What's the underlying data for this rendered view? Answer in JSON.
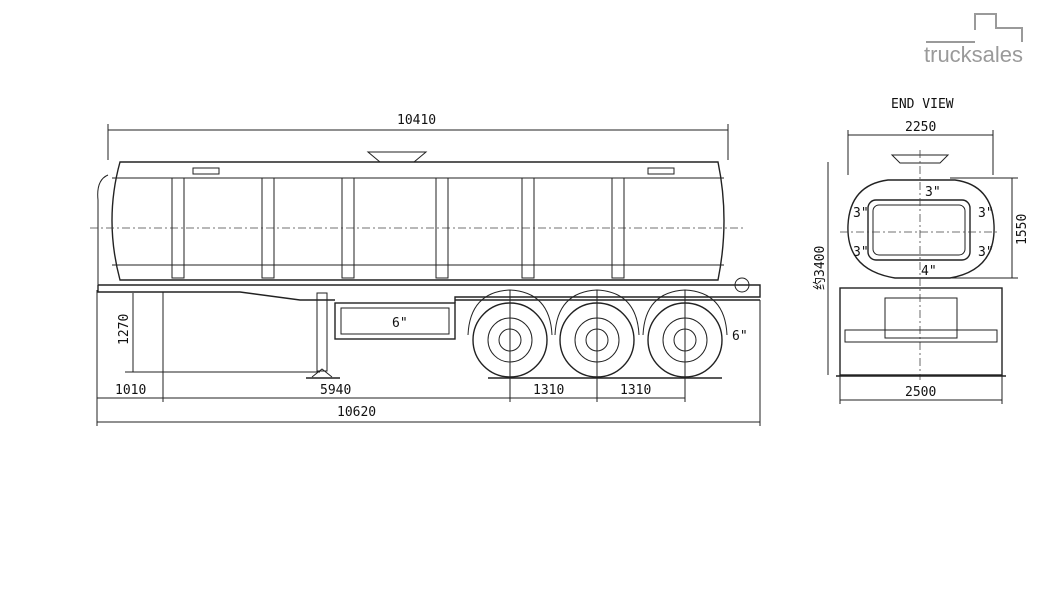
{
  "logo": {
    "text": "trucksales"
  },
  "side_view": {
    "overall_tank_length": "10410",
    "overall_length": "10620",
    "front_overhang": "1010",
    "kingpin_to_axle": "5940",
    "axle_spacing_1": "1310",
    "axle_spacing_2": "1310",
    "coupling_height": "1270",
    "box_valve_label": "6\"",
    "rear_valve_label": "6\""
  },
  "end_view": {
    "title": "END VIEW",
    "tank_width": "2250",
    "tank_height": "1550",
    "overall_height": "约3400",
    "overall_width": "2500",
    "port_top": "3\"",
    "port_left_upper": "3\"",
    "port_right_upper": "3\"",
    "port_left_lower": "3\"",
    "port_right_lower": "3\"",
    "port_bottom": "4\""
  },
  "colors": {
    "line": "#222222",
    "logo": "#9a9a9a"
  }
}
